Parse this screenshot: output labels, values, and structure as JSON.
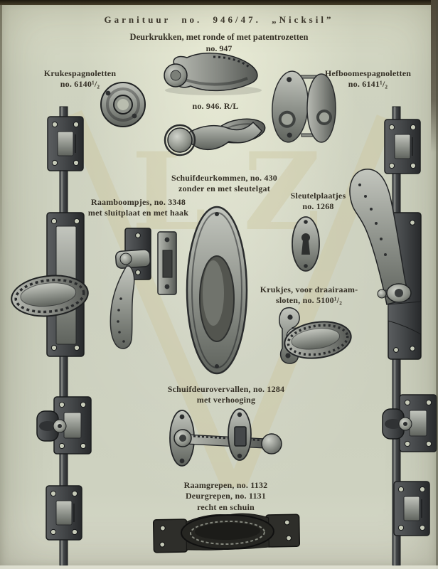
{
  "page": {
    "title": "Garnituur no. 946/47. „Nicksil”",
    "subtitle": "Deurkrukken, met ronde of met patentrozetten",
    "subtitle_no": "no. 947",
    "watermark_letters": [
      "L",
      "Z"
    ]
  },
  "labels": {
    "kruk_espagnolet": {
      "name": "Krukespagnoletten",
      "no": "no. 6140¹/₂"
    },
    "hefboom_espagnolet": {
      "name": "Hefboomespagnoletten",
      "no": "no. 6141¹/₂"
    },
    "deurkruk_946": {
      "no": "no. 946. R/L"
    },
    "schuifdeurkommen": {
      "name": "Schuifdeurkommen, no. 430",
      "desc": "zonder en met sleutelgat"
    },
    "raamboompjes": {
      "name": "Raamboompjes, no. 3348",
      "desc": "met sluitplaat en met haak"
    },
    "sleutelplaatjes": {
      "name": "Sleutelplaatjes",
      "no": "no. 1268"
    },
    "krukjes": {
      "name": "Krukjes, voor draairaam-",
      "no": "sloten, no. 5100¹/₂"
    },
    "schuifdeurovervallen": {
      "name": "Schuifdeurovervallen, no. 1284",
      "desc": "met verhooging"
    },
    "grepen": {
      "line1": "Raamgrepen, no. 1132",
      "line2": "Deurgrepen, no. 1131",
      "line3": "recht en schuin"
    }
  },
  "colors": {
    "paper": "#ced2c0",
    "ink": "#353026",
    "watermark": "#ccc69e",
    "metal_dark": "#3c3e3e",
    "metal_light": "#b7bab2"
  }
}
